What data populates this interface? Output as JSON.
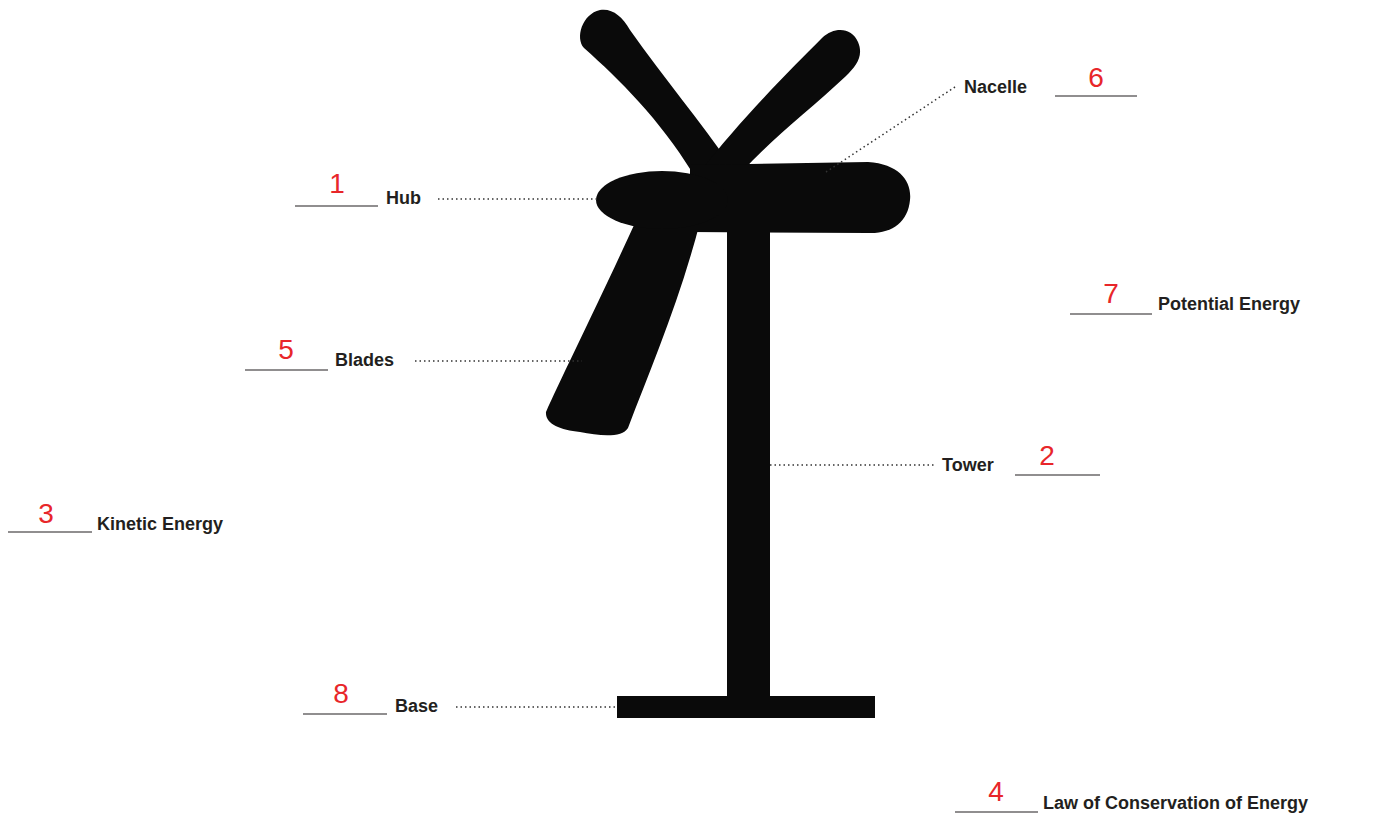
{
  "diagram": {
    "labels": [
      "Nacelle",
      "6",
      "1",
      "Hub",
      "7",
      "Potential Energy",
      "5",
      "Blades",
      "Tower",
      "2",
      "3",
      "Kinetic Energy",
      "8",
      "Base",
      "4",
      "Law of Conservation of Energy"
    ]
  }
}
